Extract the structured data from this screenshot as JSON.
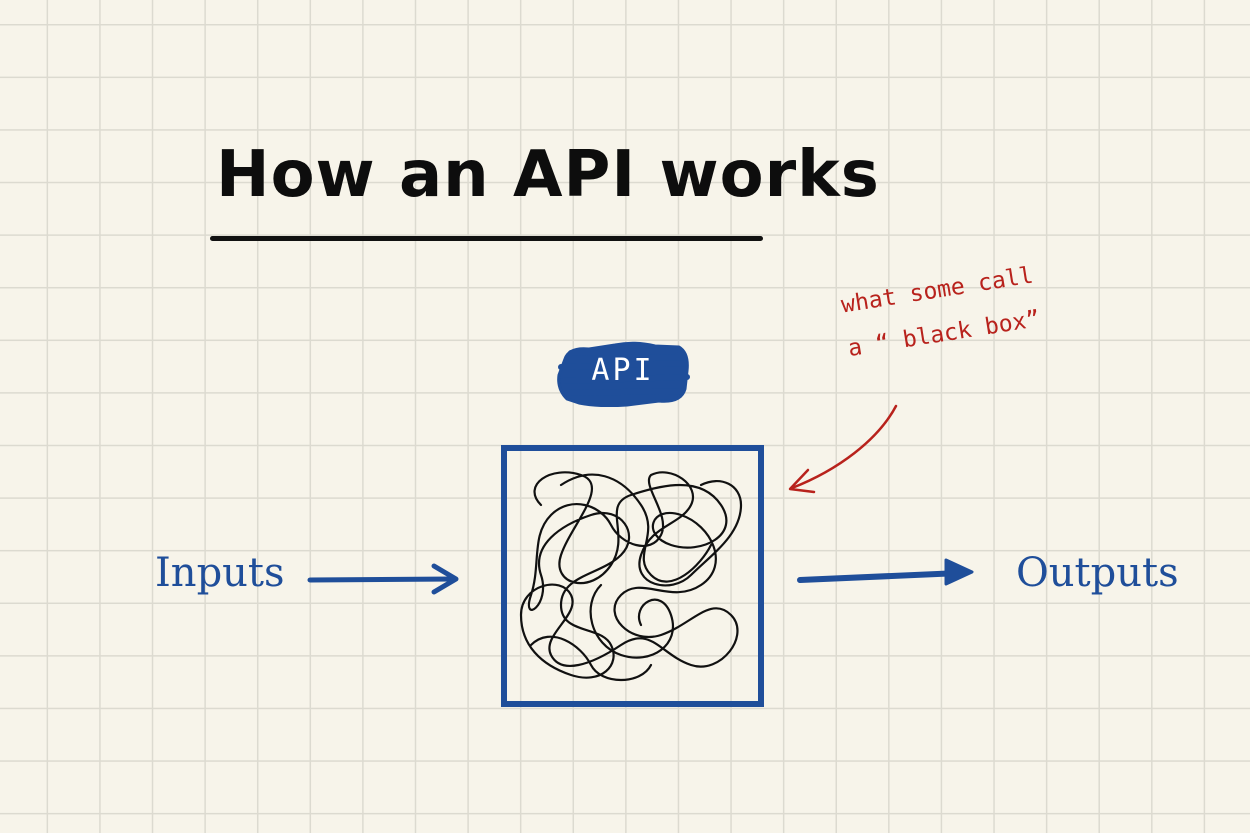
{
  "title": "How an API works",
  "api_label": "API",
  "inputs_label": "Inputs",
  "outputs_label": "Outputs",
  "annotation": {
    "line1": "what some call",
    "line2": "a “ black box”"
  },
  "colors": {
    "background": "#f7f4ea",
    "grid": "#dcdad0",
    "blue": "#1f4e9a",
    "red": "#b8221c",
    "ink": "#0d0d0d"
  }
}
